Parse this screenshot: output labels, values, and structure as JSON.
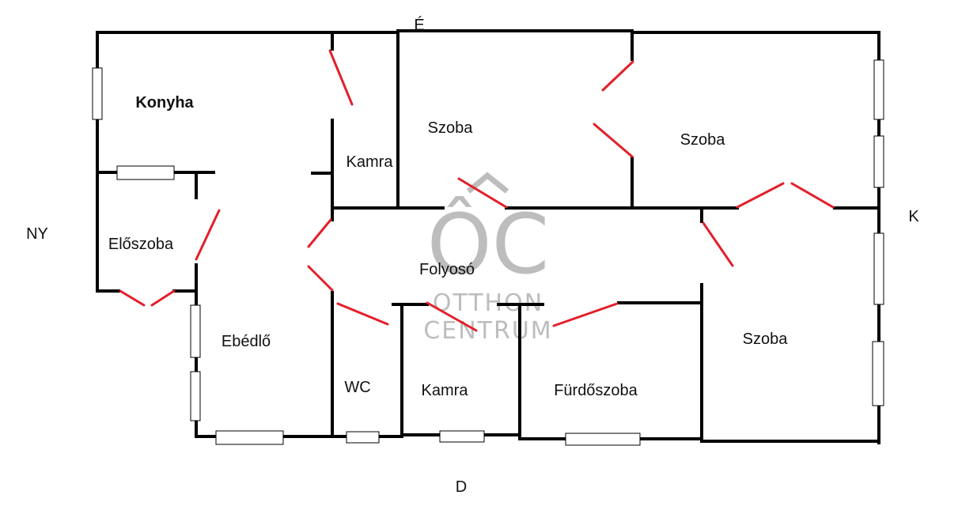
{
  "compass": {
    "north": "É",
    "south": "D",
    "east": "K",
    "west": "NY"
  },
  "rooms": {
    "konyha": "Konyha",
    "kamra_top": "Kamra",
    "szoba_1": "Szoba",
    "szoba_2": "Szoba",
    "eloszoba": "Előszoba",
    "folyoso": "Folyosó",
    "szoba_3": "Szoba",
    "ebedlo": "Ebédlő",
    "wc": "WC",
    "kamra_bottom": "Kamra",
    "furdoszoba": "Fürdőszoba"
  },
  "watermark": {
    "monogram": "ÔC",
    "line1": "OTTHON",
    "line2": "CENTRUM"
  },
  "colors": {
    "wall": "#000000",
    "door": "#e2202a",
    "watermark": "#bdbdbd"
  }
}
